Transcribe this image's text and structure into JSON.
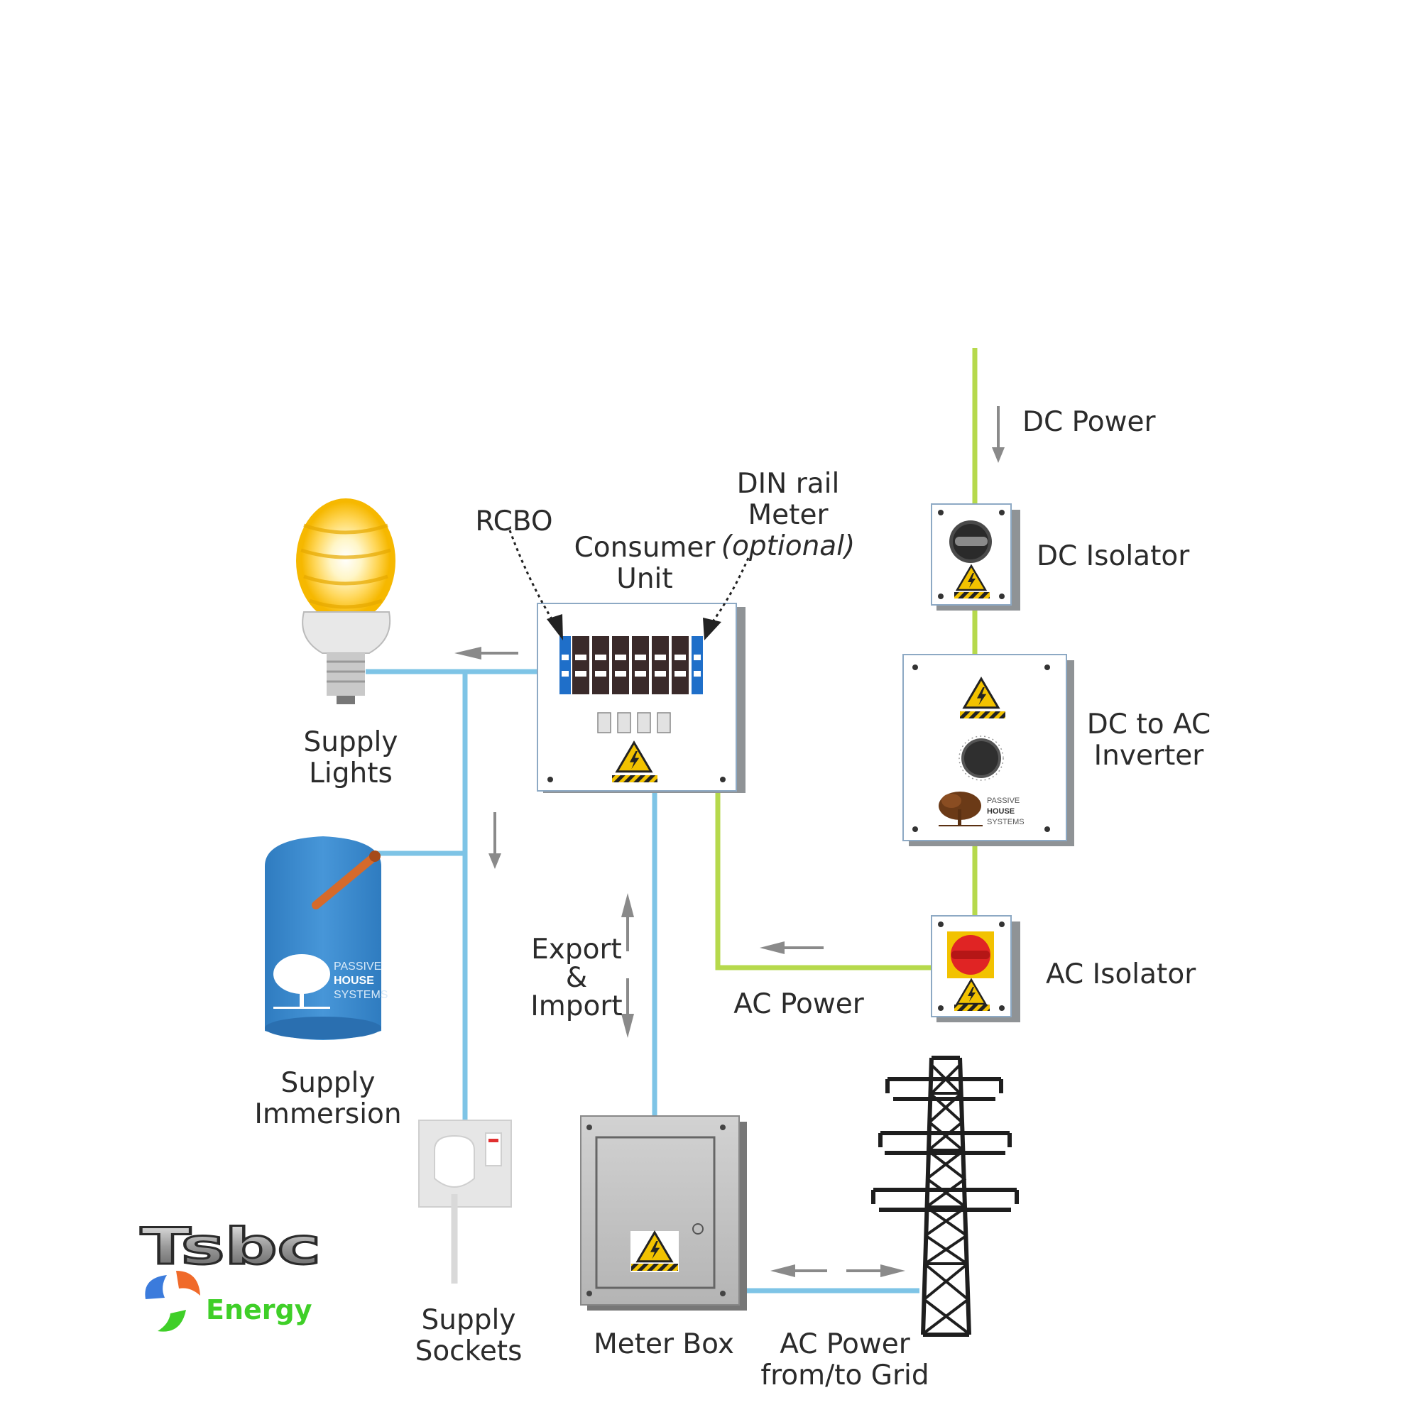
{
  "labels": {
    "dc_power": "DC Power",
    "dc_isolator": "DC Isolator",
    "inverter_1": "DC to AC",
    "inverter_2": "Inverter",
    "ac_isolator": "AC Isolator",
    "ac_power": "AC Power",
    "consumer_unit_1": "Consumer",
    "consumer_unit_2": "Unit",
    "rcbo": "RCBO",
    "din_1": "DIN rail",
    "din_2": "Meter",
    "din_3": "(optional)",
    "lights_1": "Supply",
    "lights_2": "Lights",
    "immersion_1": "Supply",
    "immersion_2": "Immersion",
    "sockets_1": "Supply",
    "sockets_2": "Sockets",
    "export_1": "Export",
    "export_2": "&",
    "export_3": "Import",
    "meter_box": "Meter Box",
    "grid_1": "AC Power",
    "grid_2": "from/to Grid"
  },
  "brand": {
    "tank_1": "PASSIVE",
    "tank_2": "HOUSE",
    "tank_3": "SYSTEMS",
    "inv_1": "PASSIVE",
    "inv_2": "HOUSE",
    "inv_3": "SYSTEMS"
  },
  "logo": {
    "name": "Tsbc",
    "sub": "Energy"
  },
  "colors": {
    "dc_wire": "#b6d94c",
    "ac_wire": "#7ec4e6",
    "arrow": "#8a8a8a",
    "box_edge": "#8da9c4",
    "warning_yellow": "#f2c200",
    "isolator_red": "#e02424",
    "tank_blue": "#3c8dd1",
    "logo_green": "#3fcf28"
  }
}
